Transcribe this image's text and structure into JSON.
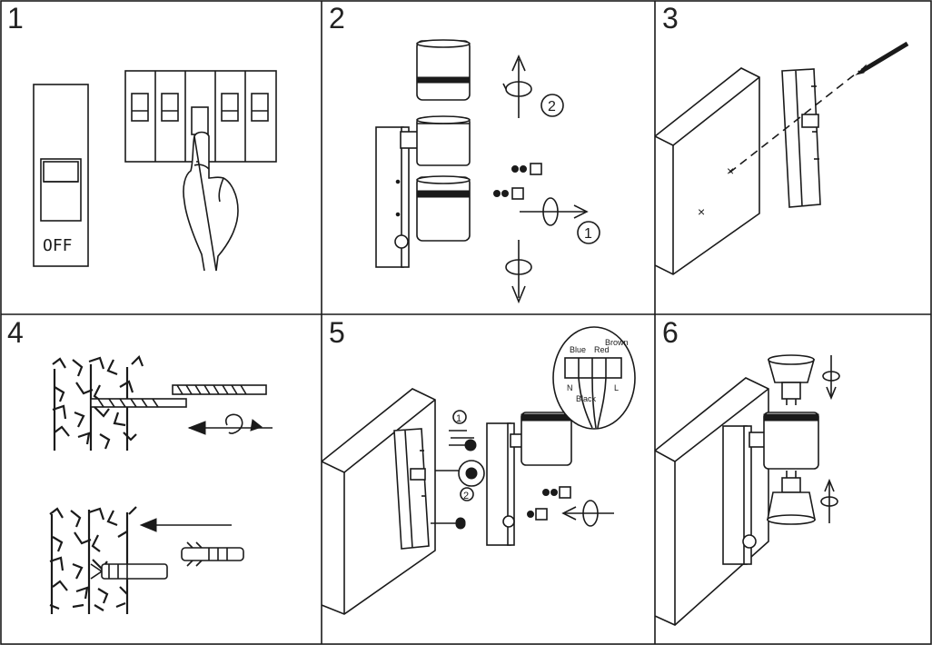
{
  "panels": [
    {
      "number": "1",
      "switch_label": "OFF"
    },
    {
      "number": "2",
      "callouts": [
        "2",
        "1"
      ]
    },
    {
      "number": "3"
    },
    {
      "number": "4"
    },
    {
      "number": "5",
      "callouts": [
        "1",
        "2"
      ],
      "wiring_labels": [
        "Blue",
        "Red",
        "Brown",
        "N",
        "L",
        "Black"
      ]
    },
    {
      "number": "6"
    }
  ]
}
